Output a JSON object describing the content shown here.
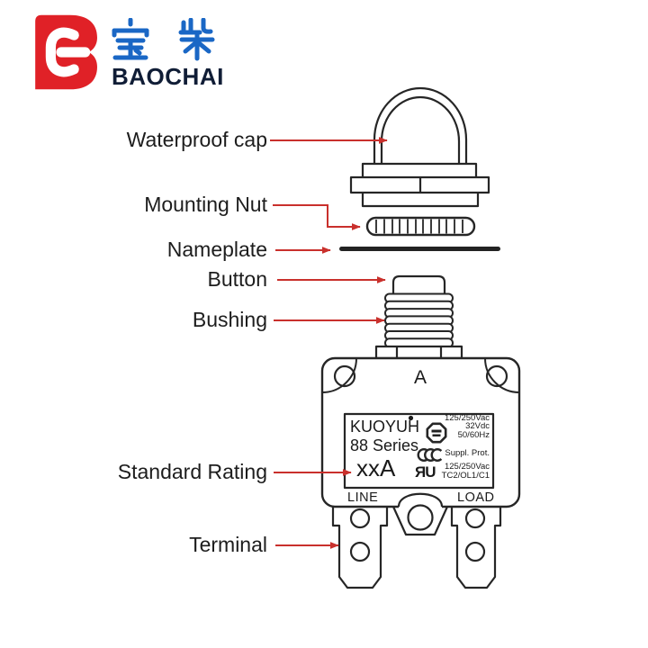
{
  "brand": {
    "chinese_name": "宝 柴",
    "latin_name": "BAOCHAI"
  },
  "callouts": {
    "waterproof_cap": "Waterproof cap",
    "mounting_nut": "Mounting Nut",
    "nameplate": "Nameplate",
    "button": "Button",
    "bushing": "Bushing",
    "standard_rating": "Standard Rating",
    "terminal": "Terminal"
  },
  "device": {
    "top_marking": "A",
    "terminal_labels": {
      "line": "LINE",
      "load": "LOAD"
    },
    "nameplate_label": {
      "brand": "KUOYUH",
      "series": "88 Series",
      "rating": "xxA",
      "ratings_column": [
        "125/250Vac",
        "32Vdc",
        "50/60Hz"
      ],
      "suppl_column": [
        "Suppl. Prot.",
        "125/250Vac",
        "TC2/OL1/C1"
      ]
    }
  },
  "icons": {
    "logo_mark": "baochai-bc-monogram",
    "trademark_dot": "●",
    "tuv_mark": "tuv-octagon-certification",
    "ccc_mark": "ccc-certification",
    "ul_mark": "ul-recognized-certification",
    "ul_glyph": "ЯU"
  },
  "colors": {
    "logo_red": "#e02127",
    "chinese_blue": "#1a67c5",
    "latin_navy": "#101d36",
    "arrow_red": "#c9302c",
    "line_color": "#262626",
    "text_color": "#1d1d1d"
  }
}
